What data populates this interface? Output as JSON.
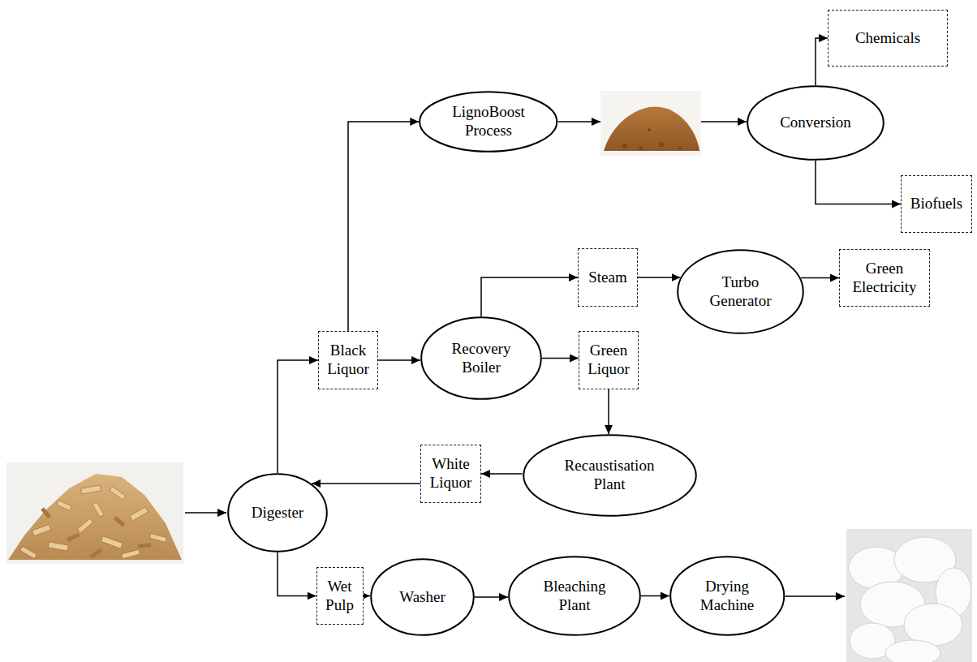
{
  "diagram": {
    "nodes": [
      {
        "text": [
          "Chemicals"
        ]
      },
      {
        "text": [
          "LignoBoost Process"
        ]
      },
      {
        "text": [
          "Conversion"
        ]
      },
      {
        "text": [
          "Biofuels"
        ]
      },
      {
        "text": [
          "Steam"
        ]
      },
      {
        "text": [
          "Turbo Generator"
        ]
      },
      {
        "text": [
          "Green Electricity"
        ]
      },
      {
        "text": [
          "Black Liquor"
        ]
      },
      {
        "text": [
          "Recovery Boiler"
        ]
      },
      {
        "text": [
          "Green Liquor"
        ]
      },
      {
        "text": [
          "Recaustisation Plant"
        ]
      },
      {
        "text": [
          "White Liquor"
        ]
      },
      {
        "text": [
          "Digester"
        ]
      },
      {
        "text": [
          "Wet Pulp"
        ]
      },
      {
        "text": [
          "Washer"
        ]
      },
      {
        "text": [
          "Bleaching Plant"
        ]
      },
      {
        "text": [
          "Drying Machine"
        ]
      }
    ],
    "edges": [
      {
        "from": 12,
        "to": 7,
        "arrow": "to"
      },
      {
        "from": 7,
        "to": 1,
        "arrow": "to"
      },
      {
        "from": 1,
        "to": 2,
        "arrow": "to"
      },
      {
        "from": 2,
        "to": 0,
        "arrow": "to"
      },
      {
        "from": 2,
        "to": 3,
        "arrow": "to"
      },
      {
        "from": 7,
        "to": 8,
        "arrow": "to"
      },
      {
        "from": 8,
        "to": 4,
        "arrow": "to"
      },
      {
        "from": 4,
        "to": 5,
        "arrow": "to"
      },
      {
        "from": 5,
        "to": 6,
        "arrow": "to"
      },
      {
        "from": 8,
        "to": 9,
        "arrow": "to"
      },
      {
        "from": 9,
        "to": 10,
        "arrow": "to"
      },
      {
        "from": 10,
        "to": 11,
        "arrow": "to"
      },
      {
        "from": 11,
        "to": 12,
        "arrow": "to"
      },
      {
        "from": 12,
        "to": 13,
        "arrow": "to"
      },
      {
        "from": 13,
        "to": 14,
        "arrow": "to"
      },
      {
        "from": 14,
        "to": 15,
        "arrow": "to"
      },
      {
        "from": 15,
        "to": 16,
        "arrow": "to"
      }
    ]
  }
}
